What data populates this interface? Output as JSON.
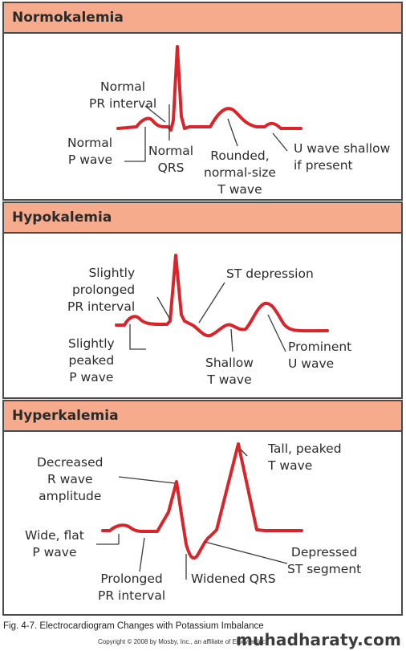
{
  "panels": {
    "normokalemia": {
      "title": "Normokalemia",
      "labels": {
        "normal_pr_interval": "Normal\nPR interval",
        "normal_p_wave": "Normal\nP wave",
        "normal_qrs": "Normal\nQRS",
        "rounded_t_wave": "Rounded,\nnormal-size\nT wave",
        "u_wave_shallow": "U wave shallow\nif present"
      }
    },
    "hypokalemia": {
      "title": "Hypokalemia",
      "labels": {
        "slightly_prolonged_pr": "Slightly\nprolonged\nPR interval",
        "st_depression": "ST depression",
        "slightly_peaked_p": "Slightly\npeaked\nP wave",
        "shallow_t_wave": "Shallow\nT wave",
        "prominent_u_wave": "Prominent\nU wave"
      }
    },
    "hyperkalemia": {
      "title": "Hyperkalemia",
      "labels": {
        "decreased_r_wave": "Decreased\nR wave\namplitude",
        "tall_peaked_t": "Tall, peaked\nT wave",
        "wide_flat_p": "Wide, flat\nP wave",
        "depressed_st": "Depressed\nST segment",
        "prolonged_pr": "Prolonged\nPR interval",
        "widened_qrs": "Widened QRS"
      }
    }
  },
  "colors": {
    "trace": "#d9252a",
    "header": "#f5ab8c",
    "border": "#4a4a4a"
  },
  "caption": "Fig. 4-7. Electrocardiogram Changes with Potassium Imbalance",
  "copyright": "Copyright © 2008 by Mosby, Inc., an affiliate of Elsevier Inc.",
  "watermark": "muhadharaty.com"
}
